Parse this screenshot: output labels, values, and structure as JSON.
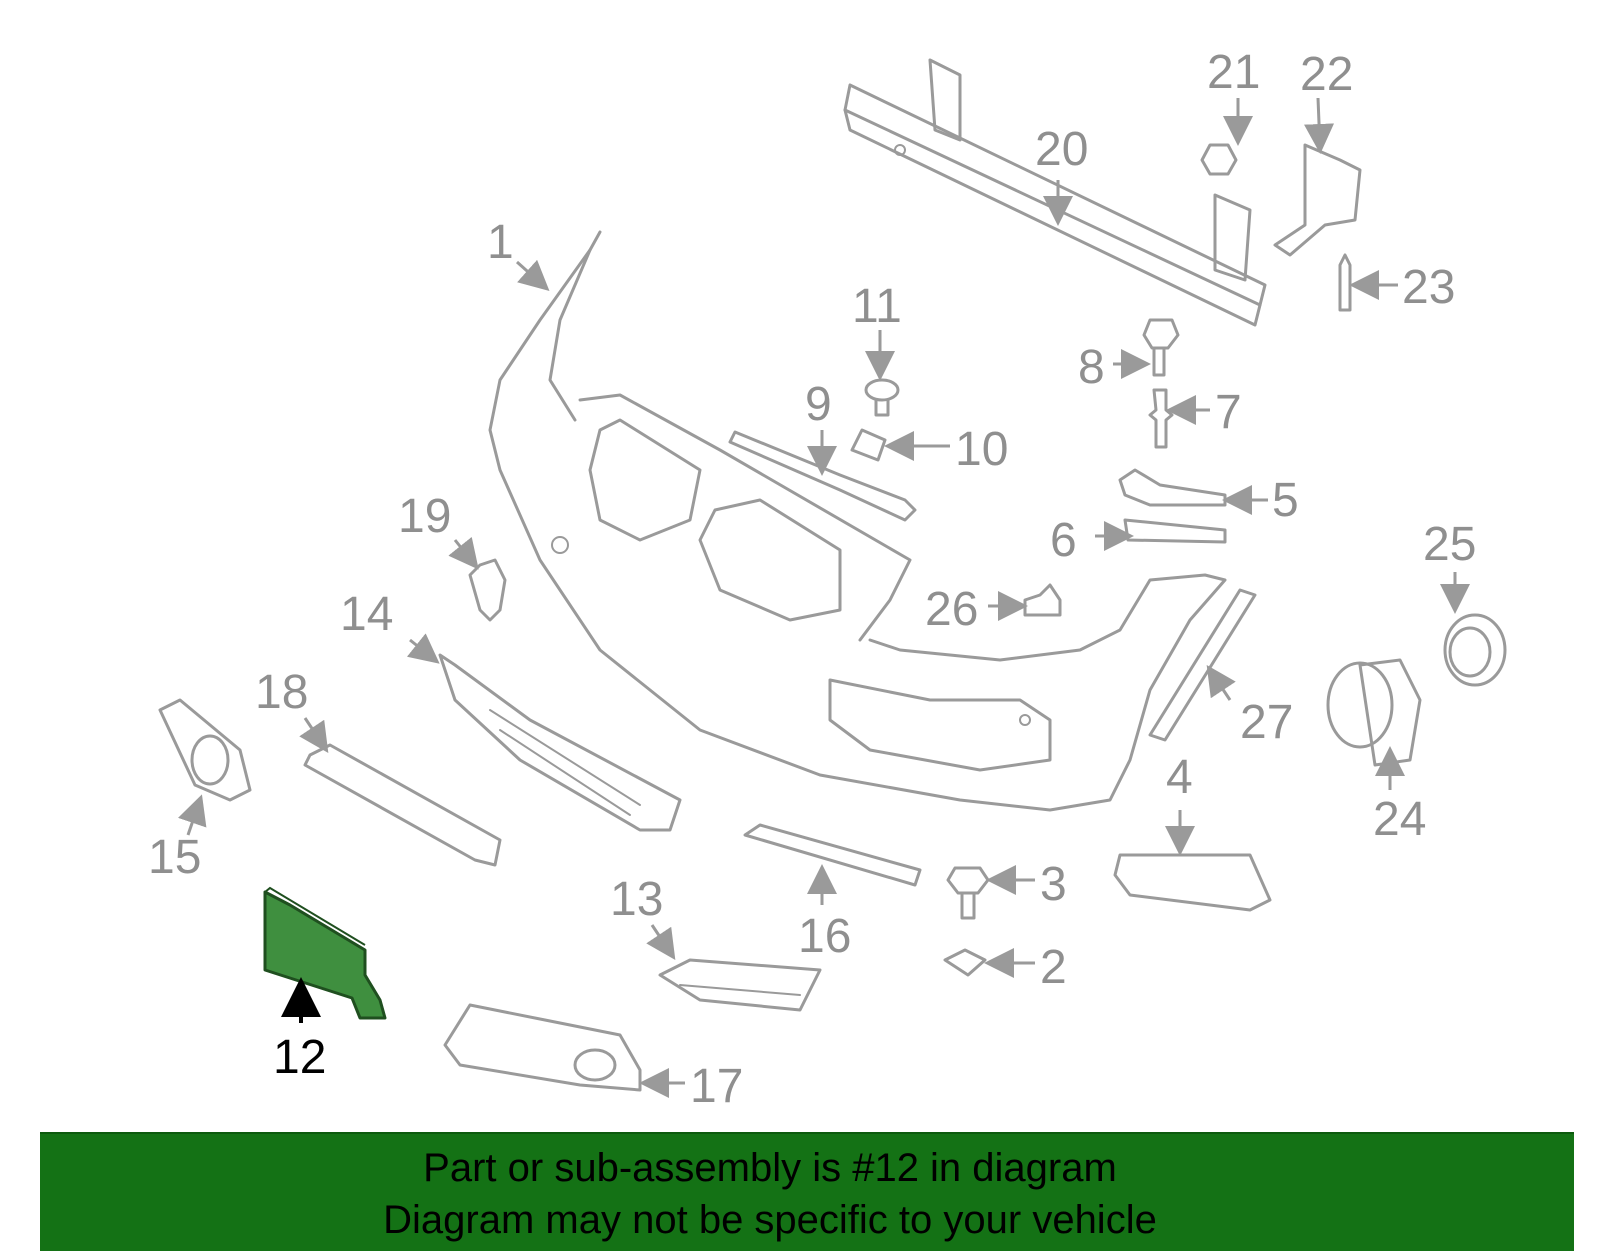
{
  "diagram": {
    "highlight_color": "#3f8f3f",
    "highlighted_part": "12",
    "callouts": [
      "1",
      "2",
      "3",
      "4",
      "5",
      "6",
      "7",
      "8",
      "9",
      "10",
      "11",
      "12",
      "13",
      "14",
      "15",
      "16",
      "17",
      "18",
      "19",
      "20",
      "21",
      "22",
      "23",
      "24",
      "25",
      "26",
      "27"
    ]
  },
  "banner": {
    "line1": "Part or sub-assembly is #12 in diagram",
    "line2": "Diagram may not be specific to your vehicle",
    "background": "#147215"
  }
}
